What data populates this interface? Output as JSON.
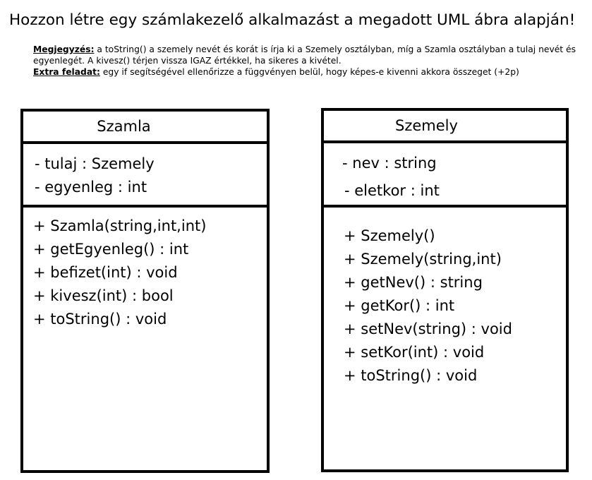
{
  "title": "Hozzon létre egy számlakezelő alkalmazást a megadott UML ábra alapján!",
  "notes": {
    "note_label": "Megjegyzés:",
    "note_text": " a toString() a szemely nevét és korát is írja ki a Szemely osztályban, míg a Szamla osztályban a tulaj nevét és egyenlegét. A kivesz() térjen vissza IGAZ értékkel, ha sikeres a kivétel.",
    "extra_label": "Extra feladat:",
    "extra_text": " egy if segítségével ellenőrizze a függvényen belül, hogy képes-e kivenni akkora összeget (+2p)"
  },
  "classes": [
    {
      "name": "Szamla",
      "attributes": [
        "- tulaj : Szemely",
        "- egyenleg : int"
      ],
      "methods": [
        "+ Szamla(string,int,int)",
        "+ getEgyenleg() : int",
        "+ befizet(int) : void",
        "+ kivesz(int) : bool",
        "+ toString() : void"
      ]
    },
    {
      "name": "Szemely",
      "attributes": [
        "- nev : string",
        "- eletkor : int"
      ],
      "methods": [
        "+ Szemely()",
        "+ Szemely(string,int)",
        "+ getNev() : string",
        "+ getKor() : int",
        "+ setNev(string) : void",
        "+ setKor(int) : void",
        "+ toString() : void"
      ]
    }
  ]
}
